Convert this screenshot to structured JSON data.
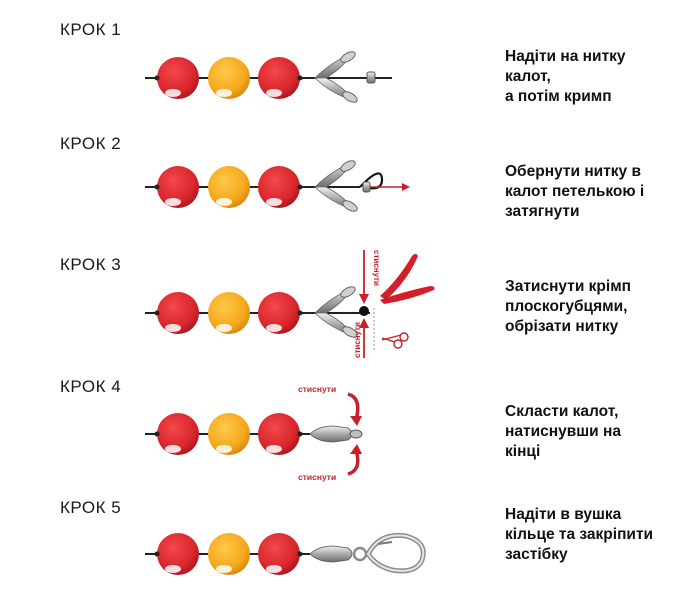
{
  "steps": [
    {
      "label": "КРОК 1",
      "text": "Надіти на нитку\nкалот,\nа потім кримп"
    },
    {
      "label": "КРОК 2",
      "text": "Обернути нитку в\nкалот петелькою і\nзатягнути"
    },
    {
      "label": "КРОК 3",
      "text": "Затиснути крімп\nплоскогубцями,\nобрізати нитку"
    },
    {
      "label": "КРОК 4",
      "text": "Скласти калот,\nнатиснувши на\nкінці"
    },
    {
      "label": "КРОК 5",
      "text": "Надіти в вушка\nкільце та закріпити\nзастібку"
    }
  ],
  "annotations": {
    "squeeze": "стиснути"
  },
  "colors": {
    "bead_red": "#d8262c",
    "bead_yellow": "#f5a81c",
    "arrow_red": "#c8202a",
    "metal": "#b8b8b8"
  }
}
